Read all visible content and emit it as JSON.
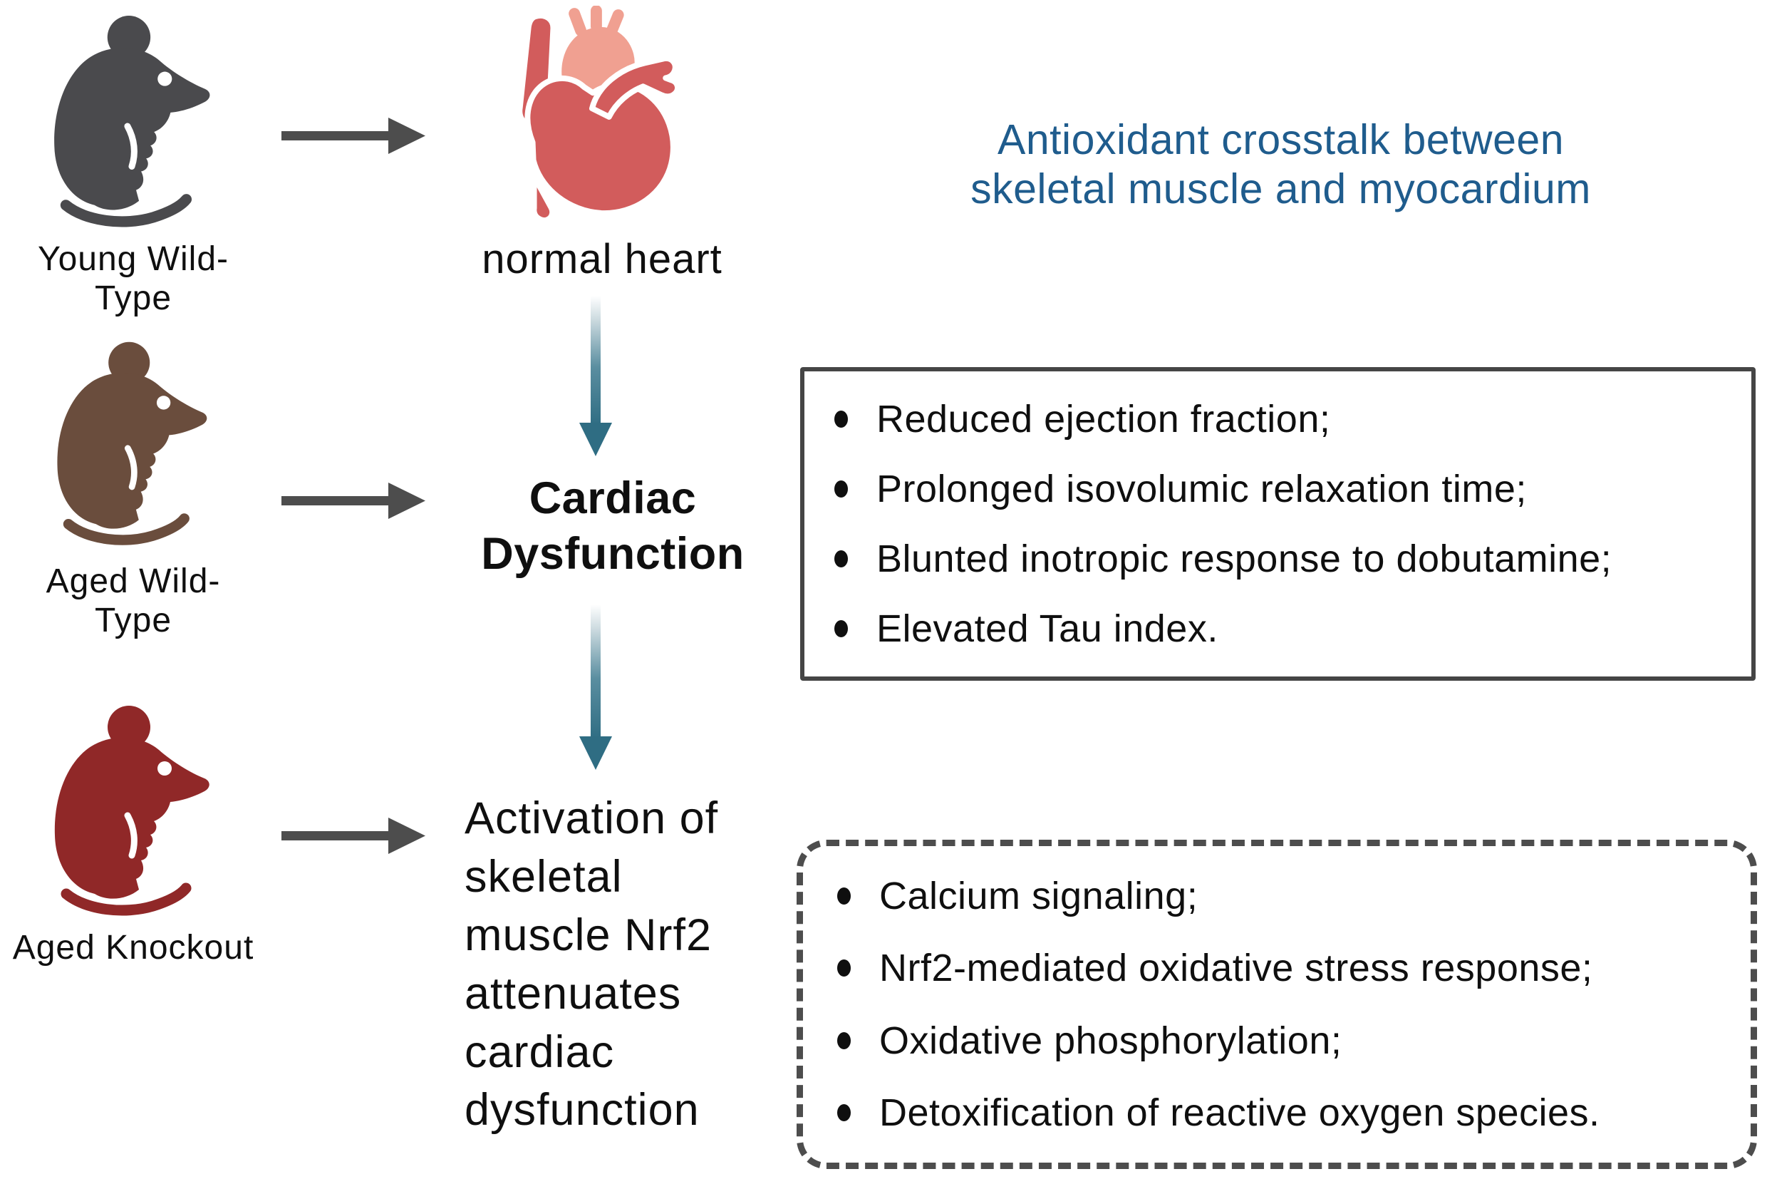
{
  "title": {
    "full": "Antioxidant crosstalk between skeletal muscle and myocardium",
    "line1": "Antioxidant crosstalk between",
    "line2": "skeletal muscle and myocardium",
    "color": "#1f5c8d"
  },
  "mice": [
    {
      "label": "Young Wild-Type",
      "color": "#4a4a4d"
    },
    {
      "label": "Aged Wild-Type",
      "color": "#6a4d3d"
    },
    {
      "label": "Aged Knockout",
      "color": "#902828"
    }
  ],
  "nodes": {
    "normal_heart": "normal heart",
    "cardiac_dysfunction": "Cardiac Dysfunction",
    "activation": "Activation of skeletal muscle Nrf2 attenuates cardiac dysfunction"
  },
  "cardiac_findings": {
    "items": [
      "Reduced ejection fraction;",
      "Prolonged isovolumic relaxation time;",
      "Blunted inotropic response to dobutamine;",
      "Elevated Tau index."
    ]
  },
  "pathways": {
    "items": [
      "Calcium signaling;",
      "Nrf2-mediated oxidative stress response;",
      "Oxidative phosphorylation;",
      "Detoxification of reactive oxygen species."
    ]
  },
  "icons": {
    "mouse": "sitting-mouse-silhouette",
    "heart": "anatomical-heart",
    "arrow_right": "right-arrow",
    "arrow_down": "teal-gradient-down-arrow"
  },
  "colors": {
    "heart_red": "#d25c5c",
    "heart_salmon": "#f0a091",
    "arrow_gray": "#4d4d4d",
    "teal_arrow": "#2f6d83",
    "box_border": "#454545",
    "text": "#0f0f0f"
  }
}
